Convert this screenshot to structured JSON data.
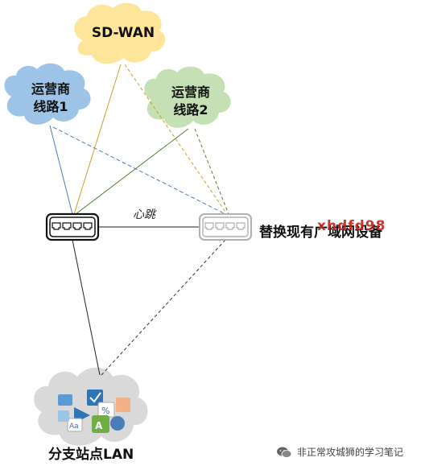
{
  "clouds": {
    "sdwan": "SD-WAN",
    "isp1": [
      "运营商",
      "线路1"
    ],
    "isp2": [
      "运营商",
      "线路2"
    ],
    "branch": "分支站点LAN"
  },
  "links": {
    "heartbeat": "心跳"
  },
  "devices": {
    "replace_label": "替换现有广域网设备",
    "overlay_text": "xhdfd98"
  },
  "watermark": {
    "text": "非正常攻城狮的学习笔记",
    "icon": "wechat-icon"
  },
  "colors": {
    "sdwan_cloud": "#ffe599",
    "isp1_cloud": "#9dc3e6",
    "isp2_cloud": "#c5e0b4",
    "branch_cloud": "#d9d9d9",
    "sdwan_link": "#c9a227",
    "isp1_link": "#4a7ebb",
    "isp2_link": "#548235",
    "primary_device": "#111111",
    "secondary_device": "#b0b0b0"
  }
}
